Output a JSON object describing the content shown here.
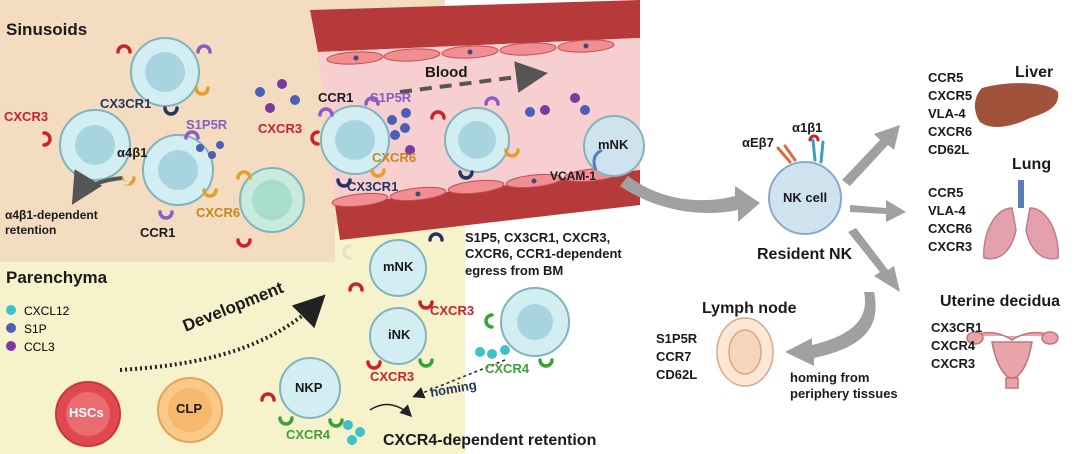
{
  "regions": {
    "sinusoids": "Sinusoids",
    "parenchyma": "Parenchyma",
    "blood": "Blood"
  },
  "sinusoid_labels": {
    "cx3cr1": "CX3CR1",
    "s1p5r": "S1P5R",
    "cxcr3": "CXCR3",
    "a4b1": "α4β1",
    "cxcr6": "CXCR6",
    "ccr1": "CCR1",
    "retention": "α4β1-dependent\nretention"
  },
  "blood_labels": {
    "ccr1": "CCR1",
    "s1p5r": "S1P5R",
    "cxcr3": "CXCR3",
    "cxcr6": "CXCR6",
    "cx3cr1": "CX3CR1",
    "mnk": "mNK",
    "vcam": "VCAM-1",
    "egress": "S1P5, CX3CR1, CXCR3,\nCXCR6, CCR1-dependent\negress from BM"
  },
  "legend": [
    {
      "label": "CXCL12",
      "color": "#3fc1c9"
    },
    {
      "label": "S1P",
      "color": "#4a5fb5"
    },
    {
      "label": "CCL3",
      "color": "#7a3aa0"
    }
  ],
  "parenchyma_labels": {
    "development": "Development",
    "mnk": "mNK",
    "cxcr3_a": "CXCR3",
    "ink": "iNK",
    "cxcr3_b": "CXCR3",
    "nkp": "NKP",
    "cxcr4_a": "CXCR4",
    "hscs": "HSCs",
    "clp": "CLP",
    "homing": "homing",
    "cxcr4_b": "CXCR4",
    "retention": "CXCR4-dependent  retention"
  },
  "resident": {
    "cell": "NK cell",
    "title": "Resident NK",
    "aeb7": "αEβ7",
    "a1b1": "α1β1"
  },
  "organs": {
    "liver": {
      "name": "Liver",
      "receptors": [
        "CCR5",
        "CXCR5",
        "VLA-4",
        "CXCR6",
        "CD62L"
      ]
    },
    "lung": {
      "name": "Lung",
      "receptors": [
        "CCR5",
        "VLA-4",
        "CXCR6",
        "CXCR3"
      ]
    },
    "uterine": {
      "name": "Uterine decidua",
      "receptors": [
        "CX3CR1",
        "CXCR4",
        "CXCR3"
      ]
    },
    "lymph": {
      "name": "Lymph node",
      "receptors": [
        "S1P5R",
        "CCR7",
        "CD62L"
      ],
      "note": "homing from\nperiphery tissues"
    }
  },
  "colors": {
    "sinusoid_bg": "#f3dcc0",
    "parenchyma_bg": "#f6f2cc",
    "vessel_wall": "#b73a3a",
    "vessel_lumen": "#f7cfd0",
    "cell_fill": "#c6e8ee",
    "nk_fill": "#cfe3ef",
    "arrow_gray": "#a0a0a0"
  }
}
